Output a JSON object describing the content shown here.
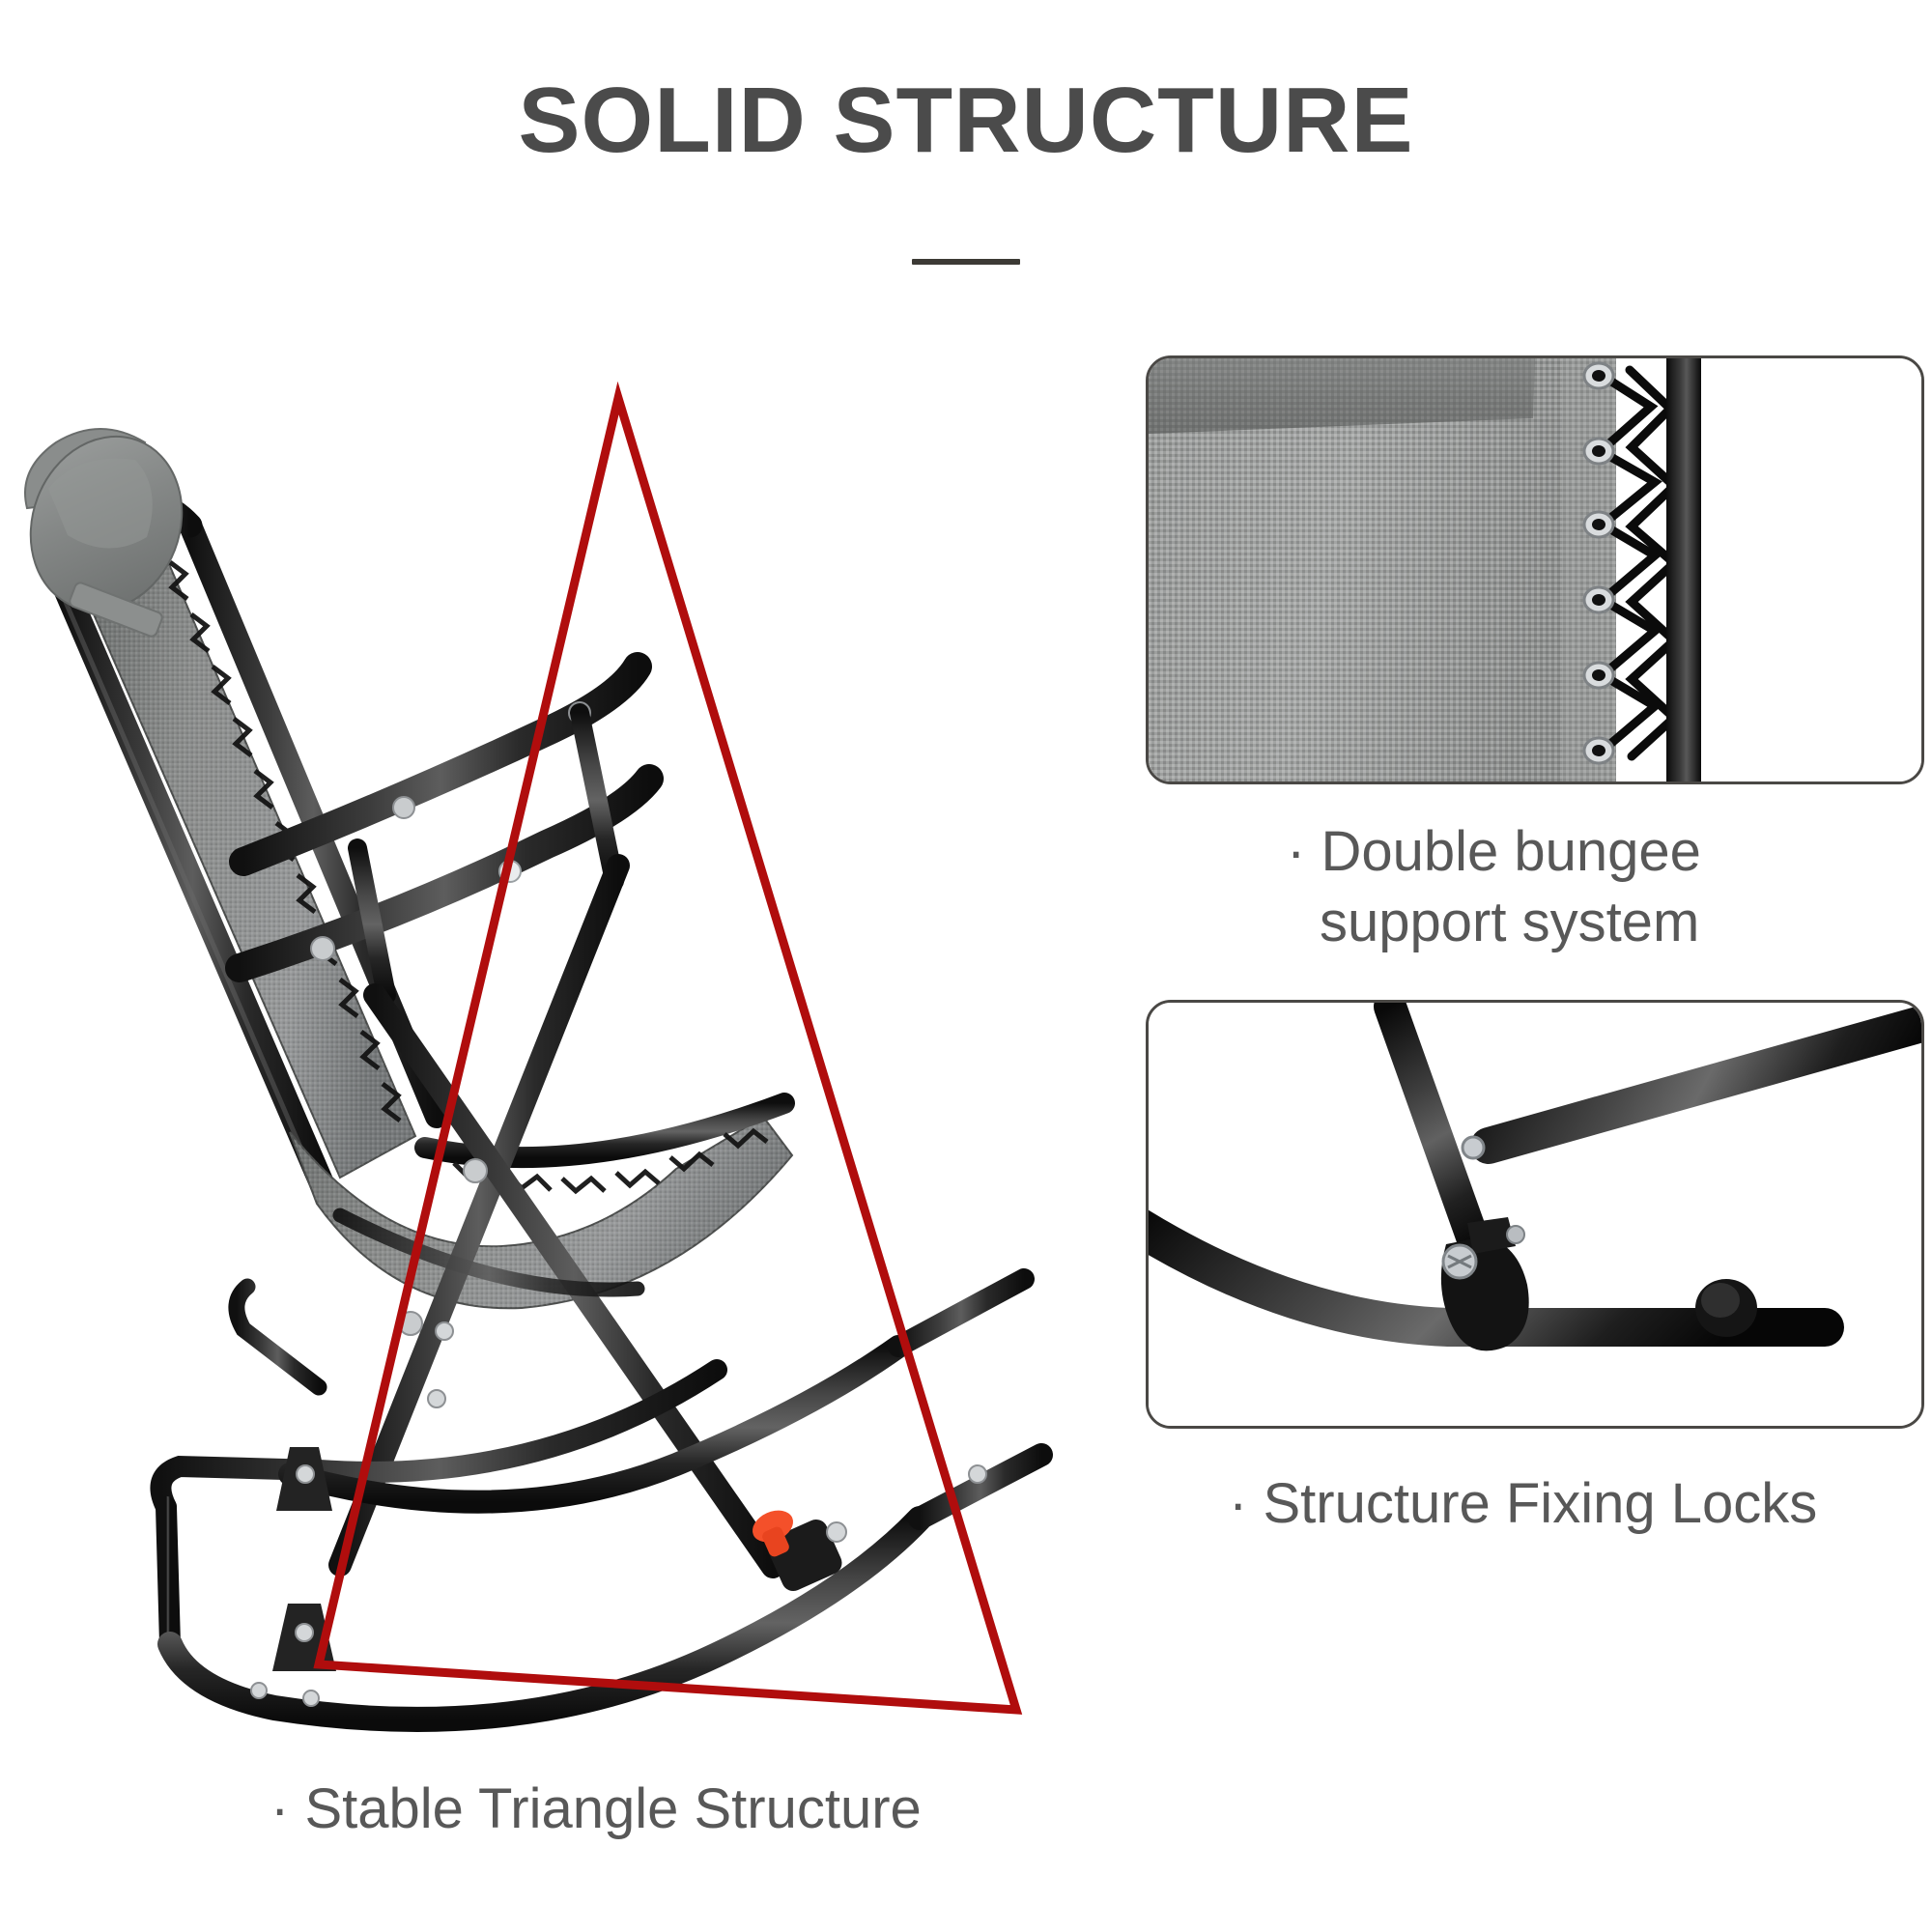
{
  "header": {
    "title": "SOLID STRUCTURE",
    "divider_color": "#3c3a35",
    "title_color": "#4b4b4b"
  },
  "colors": {
    "accent_red": "#b00d0d",
    "frame_black": "#1d1d1d",
    "fabric_gray": "#8d8f8e",
    "fabric_gray_dark": "#6f7271",
    "caption_gray": "#585858",
    "panel_border": "#4a4845",
    "lock_orange": "#f4502a",
    "screw_silver": "#c9ccce",
    "background": "#ffffff"
  },
  "main_photo": {
    "name": "zero-gravity-rocking-chair",
    "overlay": {
      "shape": "triangle",
      "color": "#b00d0d",
      "stroke_width": 9,
      "apex": [
        640,
        82
      ],
      "base_left": [
        330,
        1393
      ],
      "base_right": [
        1052,
        1440
      ]
    },
    "parts": [
      "headrest-pillow",
      "backrest-mesh",
      "armrest-upper",
      "armrest-lower",
      "seat-mesh",
      "folding-cross-frame",
      "rocker-runner-left",
      "rocker-runner-right",
      "fixing-lock-knob"
    ]
  },
  "insets": [
    {
      "id": "bungee",
      "name": "double-bungee-support-inset",
      "caption_bullet": "·",
      "caption_line1": "Double bungee",
      "caption_line2": "support system",
      "caption_full": "· Double bungee support system",
      "detail": "gray mesh fabric laced to black tube frame with black bungee cords through silver grommets"
    },
    {
      "id": "lock",
      "name": "structure-fixing-locks-inset",
      "caption_bullet": "·",
      "caption_line1": "Structure Fixing Locks",
      "caption_line2": "",
      "caption_full": "· Structure Fixing Locks",
      "detail": "black steel tube joint with silver locking screw and capped end"
    }
  ],
  "bottom_caption": {
    "bullet": "·",
    "text": "Stable Triangle Structure",
    "full": "· Stable Triangle Structure"
  }
}
